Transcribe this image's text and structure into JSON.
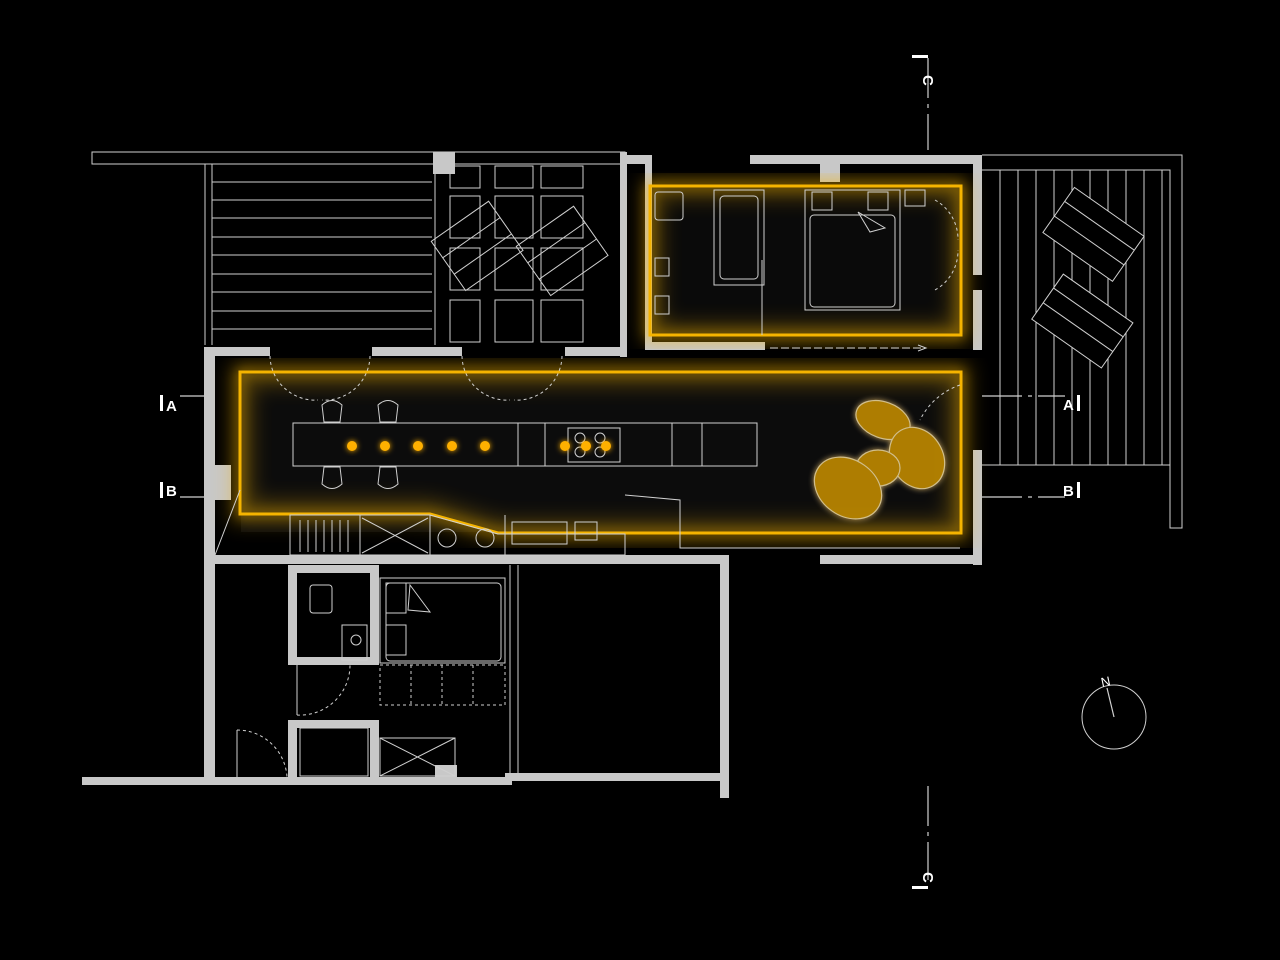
{
  "section_markers": {
    "a_left": "A",
    "a_right": "A",
    "b_left": "B",
    "b_right": "B",
    "c_top": "C",
    "c_bottom": "C"
  },
  "compass": {
    "north_label": "N"
  },
  "colors": {
    "background": "#000000",
    "wall": "#c8c8c8",
    "line": "#d0d0d0",
    "accent_glow": "#f5b400",
    "light_spot": "#ffb000"
  },
  "ceiling_lights": {
    "count": 8
  }
}
